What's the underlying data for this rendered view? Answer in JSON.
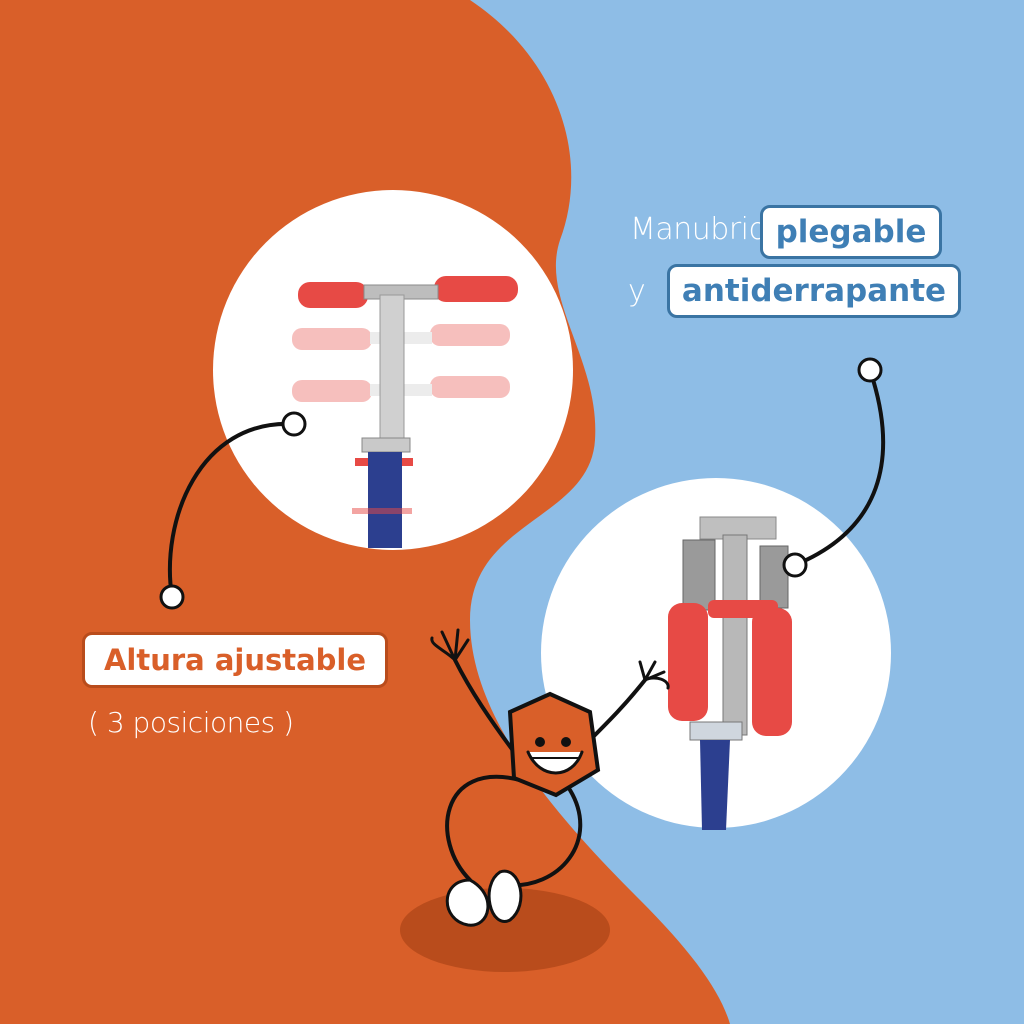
{
  "colors": {
    "orange": "#d95f29",
    "blue": "#8ebde6",
    "dark_orange": "#b94c1c",
    "outline_blue": "#3a74a3",
    "text_blue": "#3f7fb5",
    "text_orange": "#d95f29",
    "scooter_red": "#e74a45",
    "scooter_blue": "#2c3f8f"
  },
  "features": {
    "handlebar": {
      "prefix": "Manubrio",
      "highlight": "plegable",
      "connector": "y",
      "highlight2": "antiderrapante"
    },
    "height": {
      "title": "Altura ajustable",
      "subtitle": "( 3 posiciones )"
    }
  },
  "mascot": {
    "description_icon": "smiling-hexagon-mascot"
  }
}
